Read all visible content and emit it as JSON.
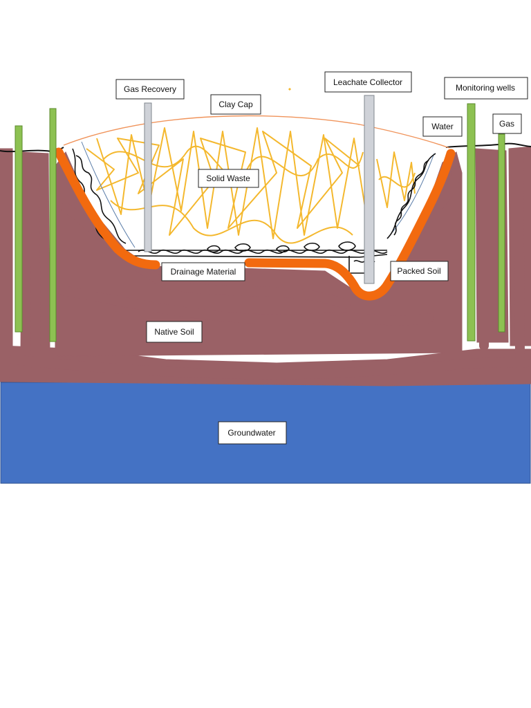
{
  "diagram": {
    "labels": {
      "gas_recovery": "Gas Recovery",
      "clay_cap": "Clay Cap",
      "leachate_collector": "Leachate Collector",
      "monitoring_wells": "Monitoring wells",
      "water": "Water",
      "gas": "Gas",
      "solid_waste": "Solid Waste",
      "drainage_material": "Drainage Material",
      "packed_soil": "Packed Soil",
      "native_soil": "Native Soil",
      "groundwater": "Groundwater"
    },
    "colors": {
      "soil": "#9a6166",
      "groundwater": "#4472c4",
      "liner": "#f26a0f",
      "waste_scribble": "#f4b82e",
      "clay_cap_line": "#f0935a",
      "well_green": "#8dc152",
      "pipe_gray": "#cfd2d8",
      "drainage_black": "#111111"
    }
  }
}
